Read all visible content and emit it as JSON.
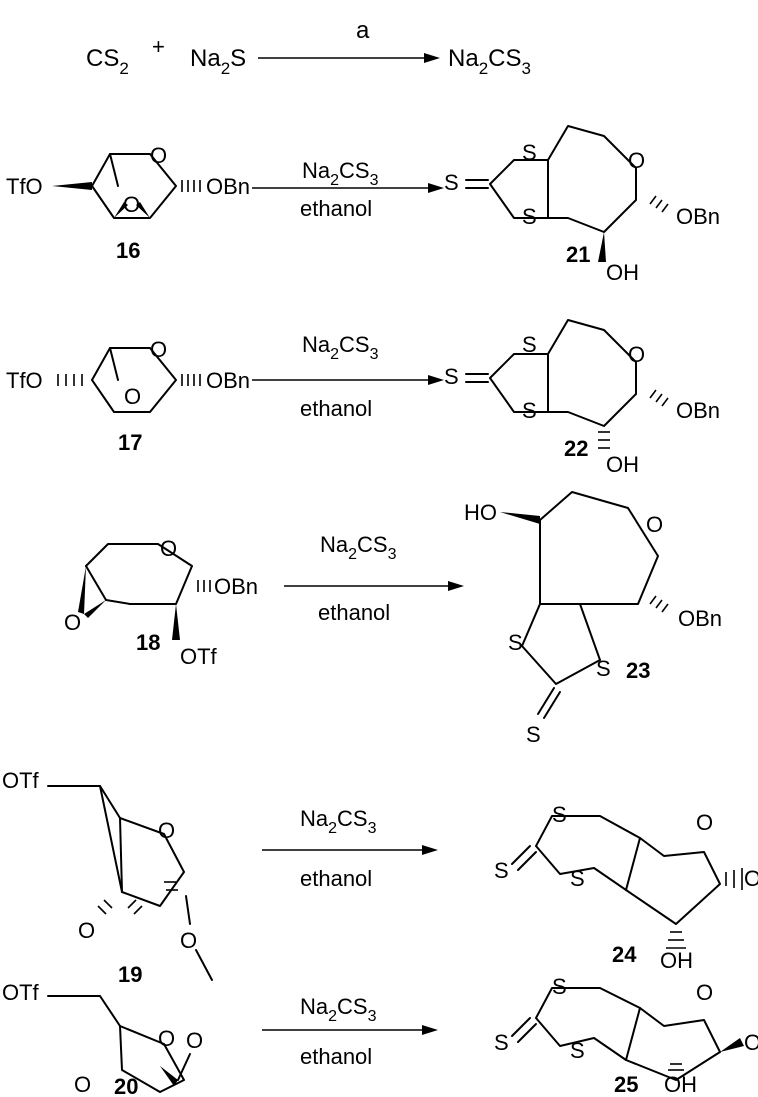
{
  "reaction_a": {
    "reactant1": "CS",
    "reactant1_sub": "2",
    "plus": "+",
    "reactant2": "Na",
    "reactant2_sub": "2",
    "reactant2_tail": "S",
    "condition": "a",
    "product": "Na",
    "product_sub": "2",
    "product_mid": "CS",
    "product_sub2": "3"
  },
  "reagent": {
    "na": "Na",
    "sub2": "2",
    "cs": "CS",
    "sub3": "3",
    "solvent": "ethanol"
  },
  "labels": {
    "tfo": "TfO",
    "otf": "OTf",
    "obn": "OBn",
    "o": "O",
    "s": "S",
    "oh": "OH",
    "ho": "HO"
  },
  "compounds": {
    "c16": "16",
    "c17": "17",
    "c18": "18",
    "c19": "19",
    "c20": "20",
    "c21": "21",
    "c22": "22",
    "c23": "23",
    "c24": "24",
    "c25": "25"
  }
}
